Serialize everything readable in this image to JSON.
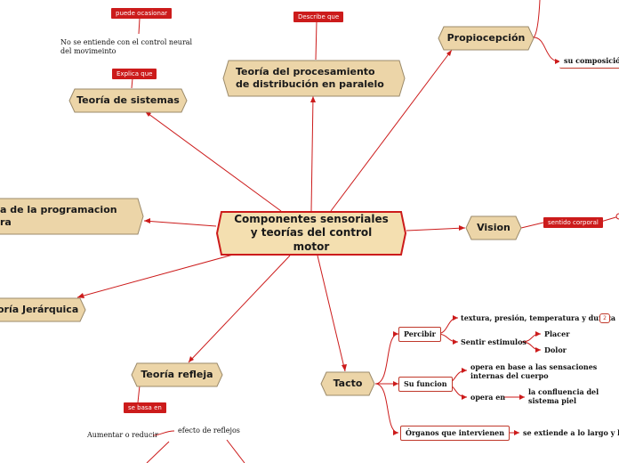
{
  "central": "Componentes sensoriales y teorías del control motor",
  "nodes": {
    "teoria_sistemas": "Teoría de sistemas",
    "teoria_pdp": "Teoría del procesamiento de distribución en paralelo",
    "propiocepcion": "Propiocepción",
    "programacion": "a de la programacion\nra",
    "vision": "Vision",
    "jerarquica": "oría Jerárquica",
    "refleja": "Teoría refleja",
    "tacto": "Tacto"
  },
  "labels": {
    "puede_ocasionar": "puede ocasionar",
    "describe_que": "Describe que",
    "explica_que": "Explica que",
    "sentido_corporal": "sentido corporal",
    "se_basa_en": "se basa en"
  },
  "texts": {
    "no_se_entiende": "No se entiende con el control neural del movimeinto",
    "su_composicion": "su composición",
    "percibir": "Percibir",
    "textura": "textura, presión, temperatura y dureza",
    "badge_count": "2",
    "sentir_estimulos": "Sentir estimulos",
    "placer": "Placer",
    "dolor": "Dolor",
    "su_funcion": "Su funcion",
    "opera_base": "opera en base a las sensaciones internas del cuerpo",
    "opera_en": "opera en",
    "confluencia": "la confluencia del sistema piel",
    "organos": "Órganos que intervienen",
    "se_extiende": "se extiende a lo largo y lo an",
    "aumentar": "Aumentar o reducir",
    "efecto": "efecto de reflejos"
  }
}
